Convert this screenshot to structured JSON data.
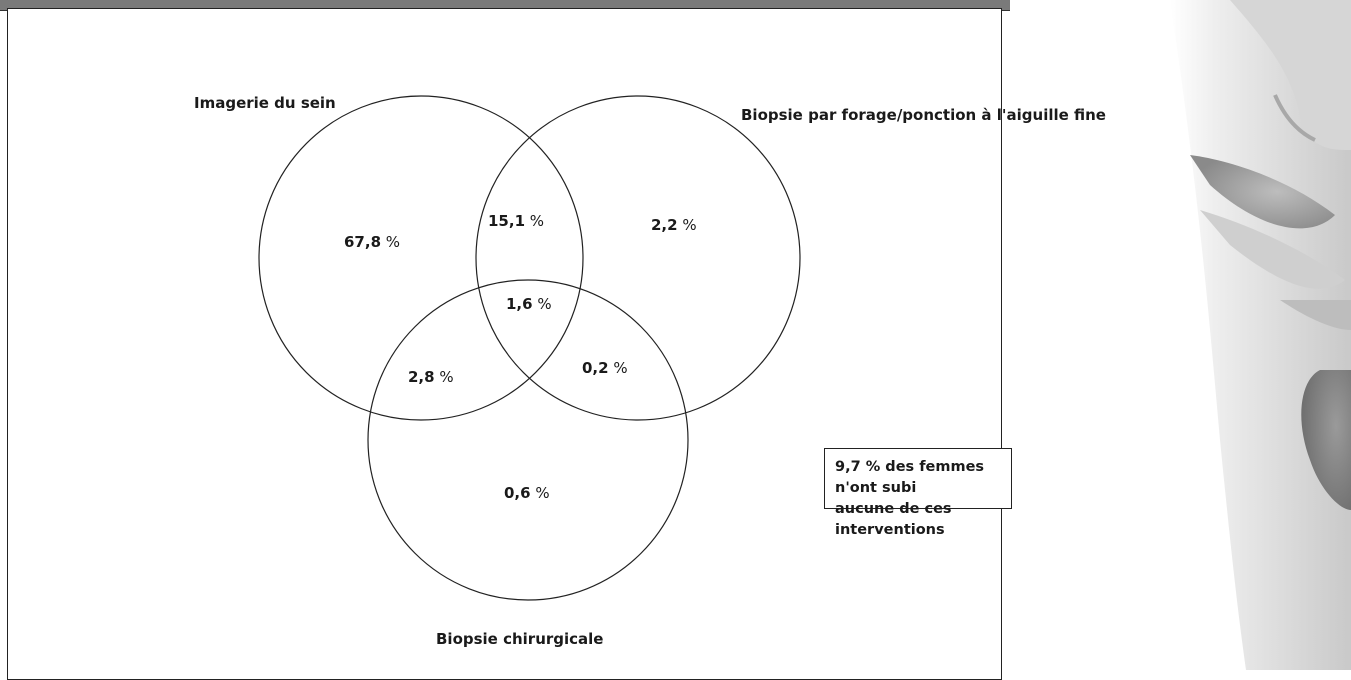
{
  "sets": {
    "imaging": "Imagerie du sein",
    "needle_biopsy": "Biopsie par forage/ponction à l'aiguille fine",
    "surgical_biopsy": "Biopsie chirurgicale"
  },
  "regions": {
    "imaging_only": {
      "value": "67,8",
      "unit": "%"
    },
    "imaging_needle": {
      "value": "15,1",
      "unit": "%"
    },
    "needle_only": {
      "value": "2,2",
      "unit": "%"
    },
    "all_three": {
      "value": "1,6",
      "unit": "%"
    },
    "imaging_surgical": {
      "value": "2,8",
      "unit": "%"
    },
    "needle_surgical": {
      "value": "0,2",
      "unit": "%"
    },
    "surgical_only": {
      "value": "0,6",
      "unit": "%"
    }
  },
  "note": {
    "line1": "9,7 % des femmes n'ont subi",
    "line2": "aucune de ces interventions"
  },
  "colors": {
    "frame_bar": "#7a7a7a",
    "stroke": "#222222"
  }
}
